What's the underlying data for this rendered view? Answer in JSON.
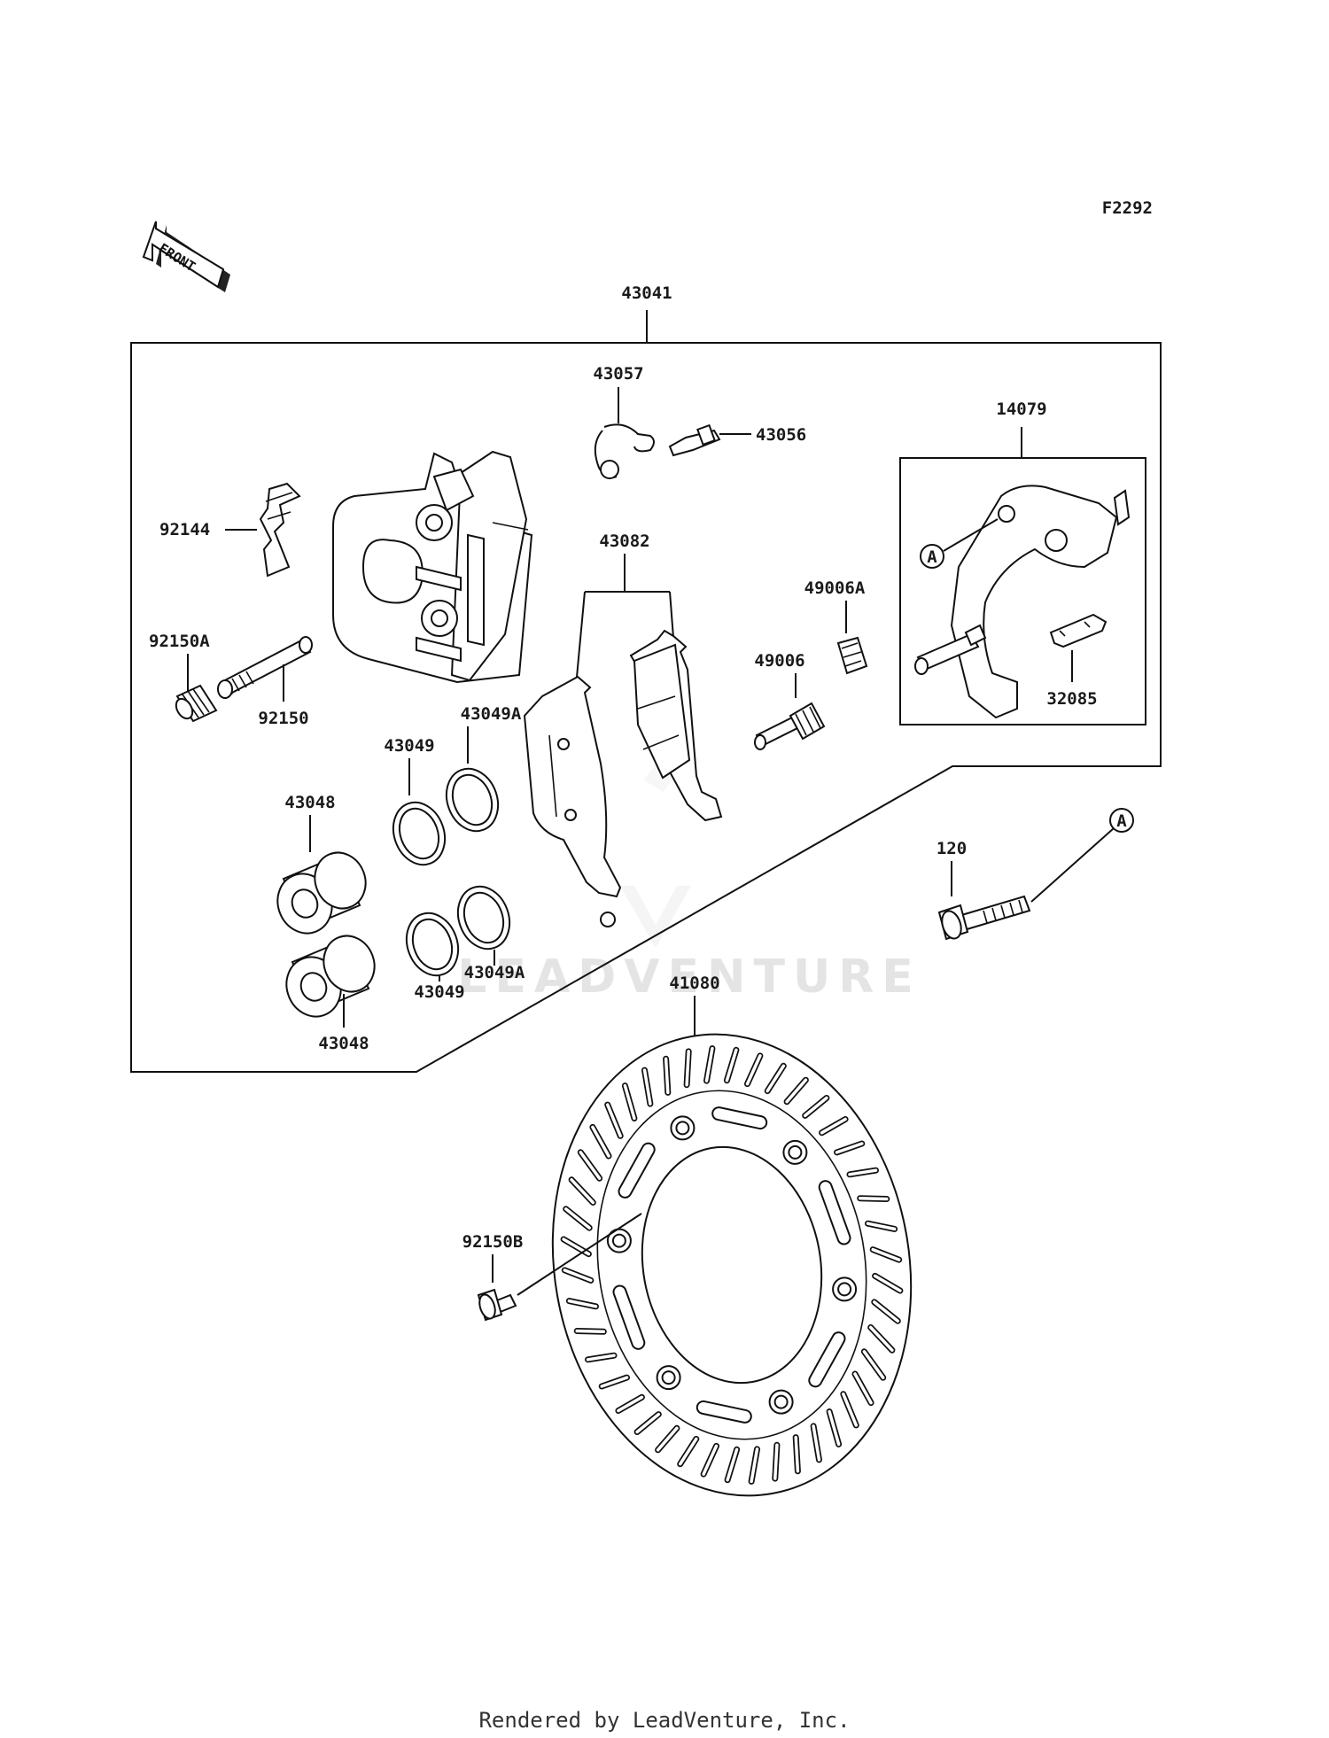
{
  "figure_code": "F2292",
  "front_arrow_text": "FRONT",
  "watermark": "LEADVENTURE",
  "credit": "Rendered by LeadVenture, Inc.",
  "ref_marker": "A",
  "parts": {
    "p43041": "43041",
    "p43057": "43057",
    "p43056": "43056",
    "p14079": "14079",
    "p92144": "92144",
    "p43082": "43082",
    "p49006A": "49006A",
    "p92150A": "92150A",
    "p49006": "49006",
    "p92150": "92150",
    "p32085": "32085",
    "p43049A_top": "43049A",
    "p43049_top": "43049",
    "p43048_top": "43048",
    "p120": "120",
    "p43049A_bottom": "43049A",
    "p43049_bottom": "43049",
    "p41080": "41080",
    "p43048_bottom": "43048",
    "p92150B": "92150B"
  }
}
